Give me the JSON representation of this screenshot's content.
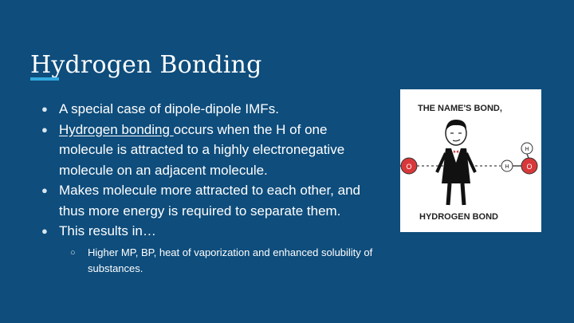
{
  "slide": {
    "title": "Hydrogen Bonding",
    "bullets": [
      {
        "marker": "●",
        "text": "A special case of dipole-dipole IMFs."
      },
      {
        "marker": "●",
        "term": "Hydrogen bonding ",
        "text": " occurs when the H of one molecule is attracted to a highly electronegative molecule on an adjacent molecule."
      },
      {
        "marker": "●",
        "text": "Makes molecule more attracted to each other, and thus more energy is required to separate them."
      },
      {
        "marker": "●",
        "text": "This results in…"
      }
    ],
    "sub_bullets": [
      {
        "marker": "○",
        "text": "Higher MP, BP, heat of vaporization and enhanced solubility of substances."
      }
    ]
  },
  "comic": {
    "caption_top": "THE NAME'S BOND,",
    "caption_bottom": "HYDROGEN BOND",
    "atom_o": "O",
    "atom_h": "H"
  },
  "colors": {
    "background": "#0e4d7c",
    "accent": "#33a9e0",
    "oxygen_red": "#d9383a"
  }
}
